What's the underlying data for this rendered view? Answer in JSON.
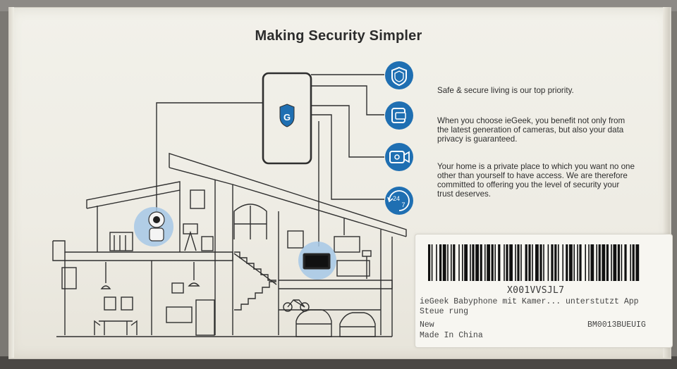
{
  "title": "Making Security Simpler",
  "paragraphs": {
    "p1": "Safe & secure living is our top priority.",
    "p2": "When you choose ieGeek, you benefit not only from the latest generation of cameras, but also your data privacy is guaranteed.",
    "p3": "Your home is a private place to which you want no one other than yourself to have access. We are therefore committed to offering you the level of security your trust deserves."
  },
  "icons": [
    "shield-icon",
    "message-icon",
    "camera-icon",
    "support-24-7-icon"
  ],
  "accent_color": "#1f6fb2",
  "label": {
    "code": "X001VVSJL7",
    "product": "ieGeek Babyphone mit Kamer... unterstutzt App Steue rung",
    "condition": "New",
    "fnsku": "BM0013BUEUIG",
    "origin": "Made In China"
  }
}
